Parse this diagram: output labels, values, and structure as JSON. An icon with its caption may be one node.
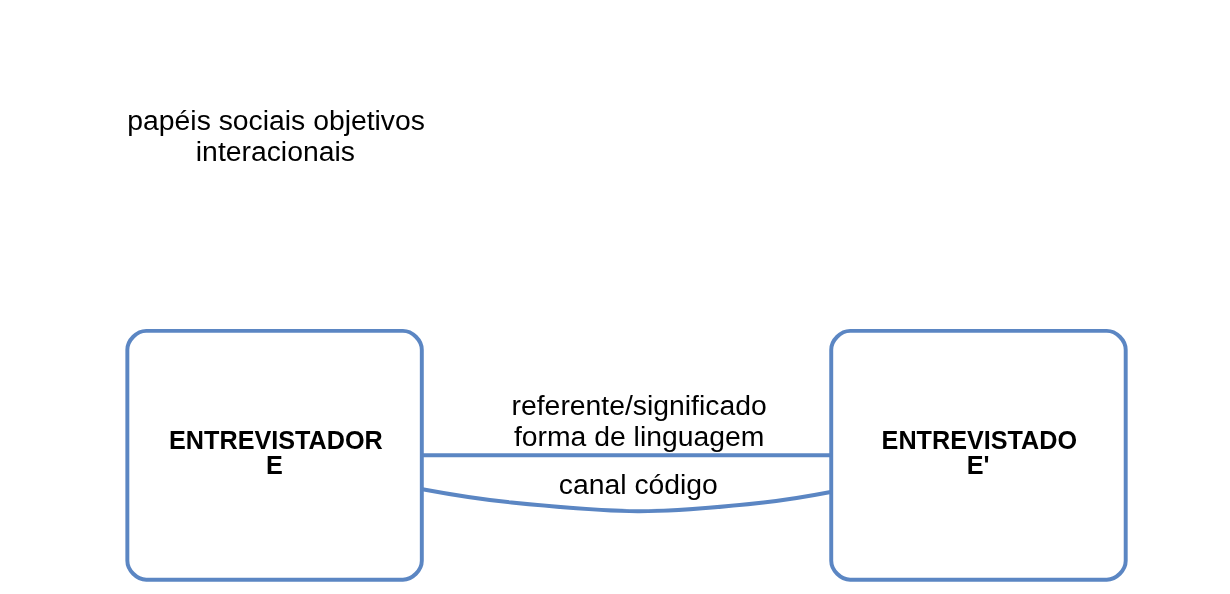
{
  "diagram": {
    "nodes": [
      {
        "text": [
          "ENTREVISTADOR",
          "E"
        ]
      },
      {
        "text": [
          "ENTREVISTADO",
          "E'"
        ]
      }
    ],
    "edges": [
      {
        "from": 0,
        "to": 1,
        "arrow": "none",
        "label": "referente/significado forma de linguagem"
      },
      {
        "from": 0,
        "to": 1,
        "arrow": "none",
        "label": "canal código"
      }
    ],
    "labels": [
      "papéis sociais objetivos interacionais"
    ]
  }
}
